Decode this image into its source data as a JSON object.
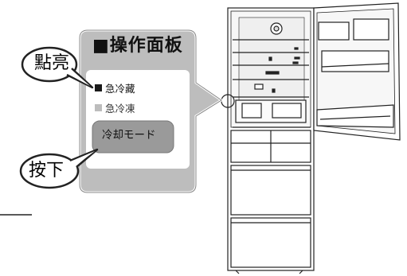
{
  "panel": {
    "title": "■操作面板",
    "indicators": [
      {
        "label": "急冷藏",
        "state": "on",
        "color": "#1a1a1a"
      },
      {
        "label": "急冷凍",
        "state": "off",
        "color": "#bdbdbd"
      }
    ],
    "button_label": "冷却モード"
  },
  "callouts": {
    "lit": "點亮",
    "press": "按下"
  },
  "colors": {
    "panel_fill": "#bdbdbd",
    "button_fill": "#9a9a9a",
    "line": "#222222"
  }
}
